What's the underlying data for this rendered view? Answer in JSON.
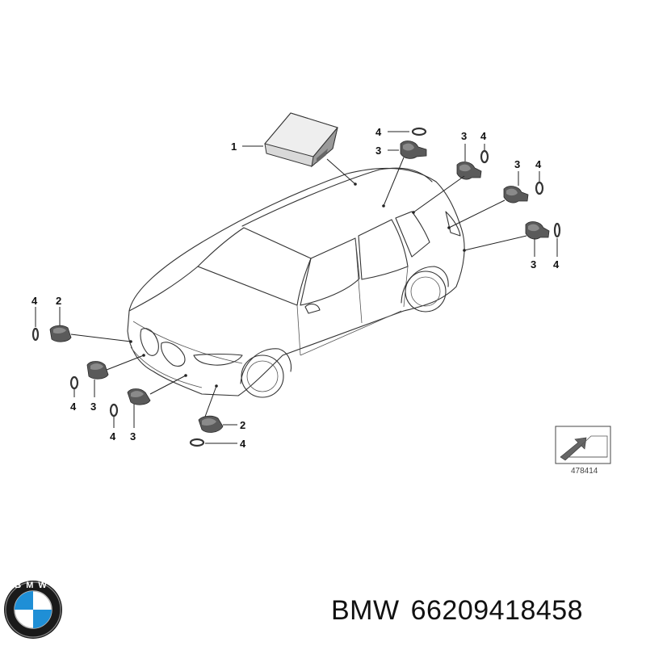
{
  "diagram": {
    "reference_number": "478414",
    "callouts": [
      {
        "label": "1"
      },
      {
        "label": "4"
      },
      {
        "label": "3"
      },
      {
        "label": "3"
      },
      {
        "label": "4"
      },
      {
        "label": "3"
      },
      {
        "label": "4"
      },
      {
        "label": "3"
      },
      {
        "label": "4"
      },
      {
        "label": "4"
      },
      {
        "label": "2"
      },
      {
        "label": "3"
      },
      {
        "label": "4"
      },
      {
        "label": "4"
      },
      {
        "label": "3"
      },
      {
        "label": "2"
      },
      {
        "label": "4"
      }
    ]
  },
  "brand": {
    "logo_text": "BMW",
    "name": "BMW",
    "part_number": "66209418458"
  }
}
